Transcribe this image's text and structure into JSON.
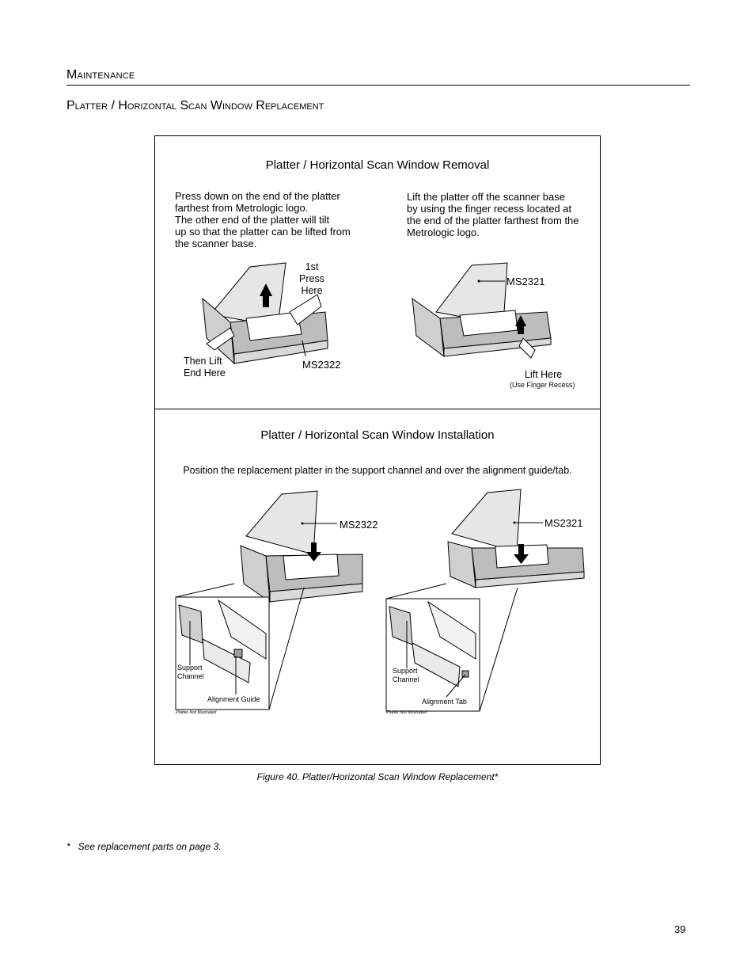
{
  "header": {
    "title": "Maintenance"
  },
  "section": {
    "title": "Platter / Horizontal Scan Window Replacement"
  },
  "figure": {
    "removal": {
      "title": "Platter / Horizontal Scan Window Removal",
      "left_text": [
        "Press down on the end of the platter",
        "farthest from Metrologic logo.",
        "The other end of the platter will tilt",
        "up so that the platter can be lifted from",
        "the scanner base."
      ],
      "right_text": [
        "Lift the platter off the scanner base",
        "by using the finger recess located at",
        "the end of the platter farthest from the",
        "Metrologic logo."
      ],
      "press_label": [
        "1st",
        "Press",
        "Here"
      ],
      "lift_end_label": [
        "Then Lift",
        "End Here"
      ],
      "model_left": "MS2322",
      "model_right": "MS2321",
      "lift_here": "Lift Here",
      "finger_recess": "(Use Finger Recess)"
    },
    "installation": {
      "title": "Platter / Horizontal Scan Window Installation",
      "instruction": "Position the replacement platter in the support channel and over the alignment guide/tab.",
      "model_left": "MS2322",
      "model_right": "MS2321",
      "left_detail": {
        "support": [
          "Support",
          "Channel"
        ],
        "alignment": "Alignment Guide",
        "note": "Platter Not Illustrated"
      },
      "right_detail": {
        "support": [
          "Support",
          "Channel"
        ],
        "alignment": "Alignment Tab",
        "note": "Platter Not Illustrated"
      }
    },
    "caption": "Figure 40. Platter/Horizontal Scan Window Replacement*"
  },
  "footnote": {
    "mark": "*",
    "text": "See replacement parts on page 3."
  },
  "page_number": "39"
}
